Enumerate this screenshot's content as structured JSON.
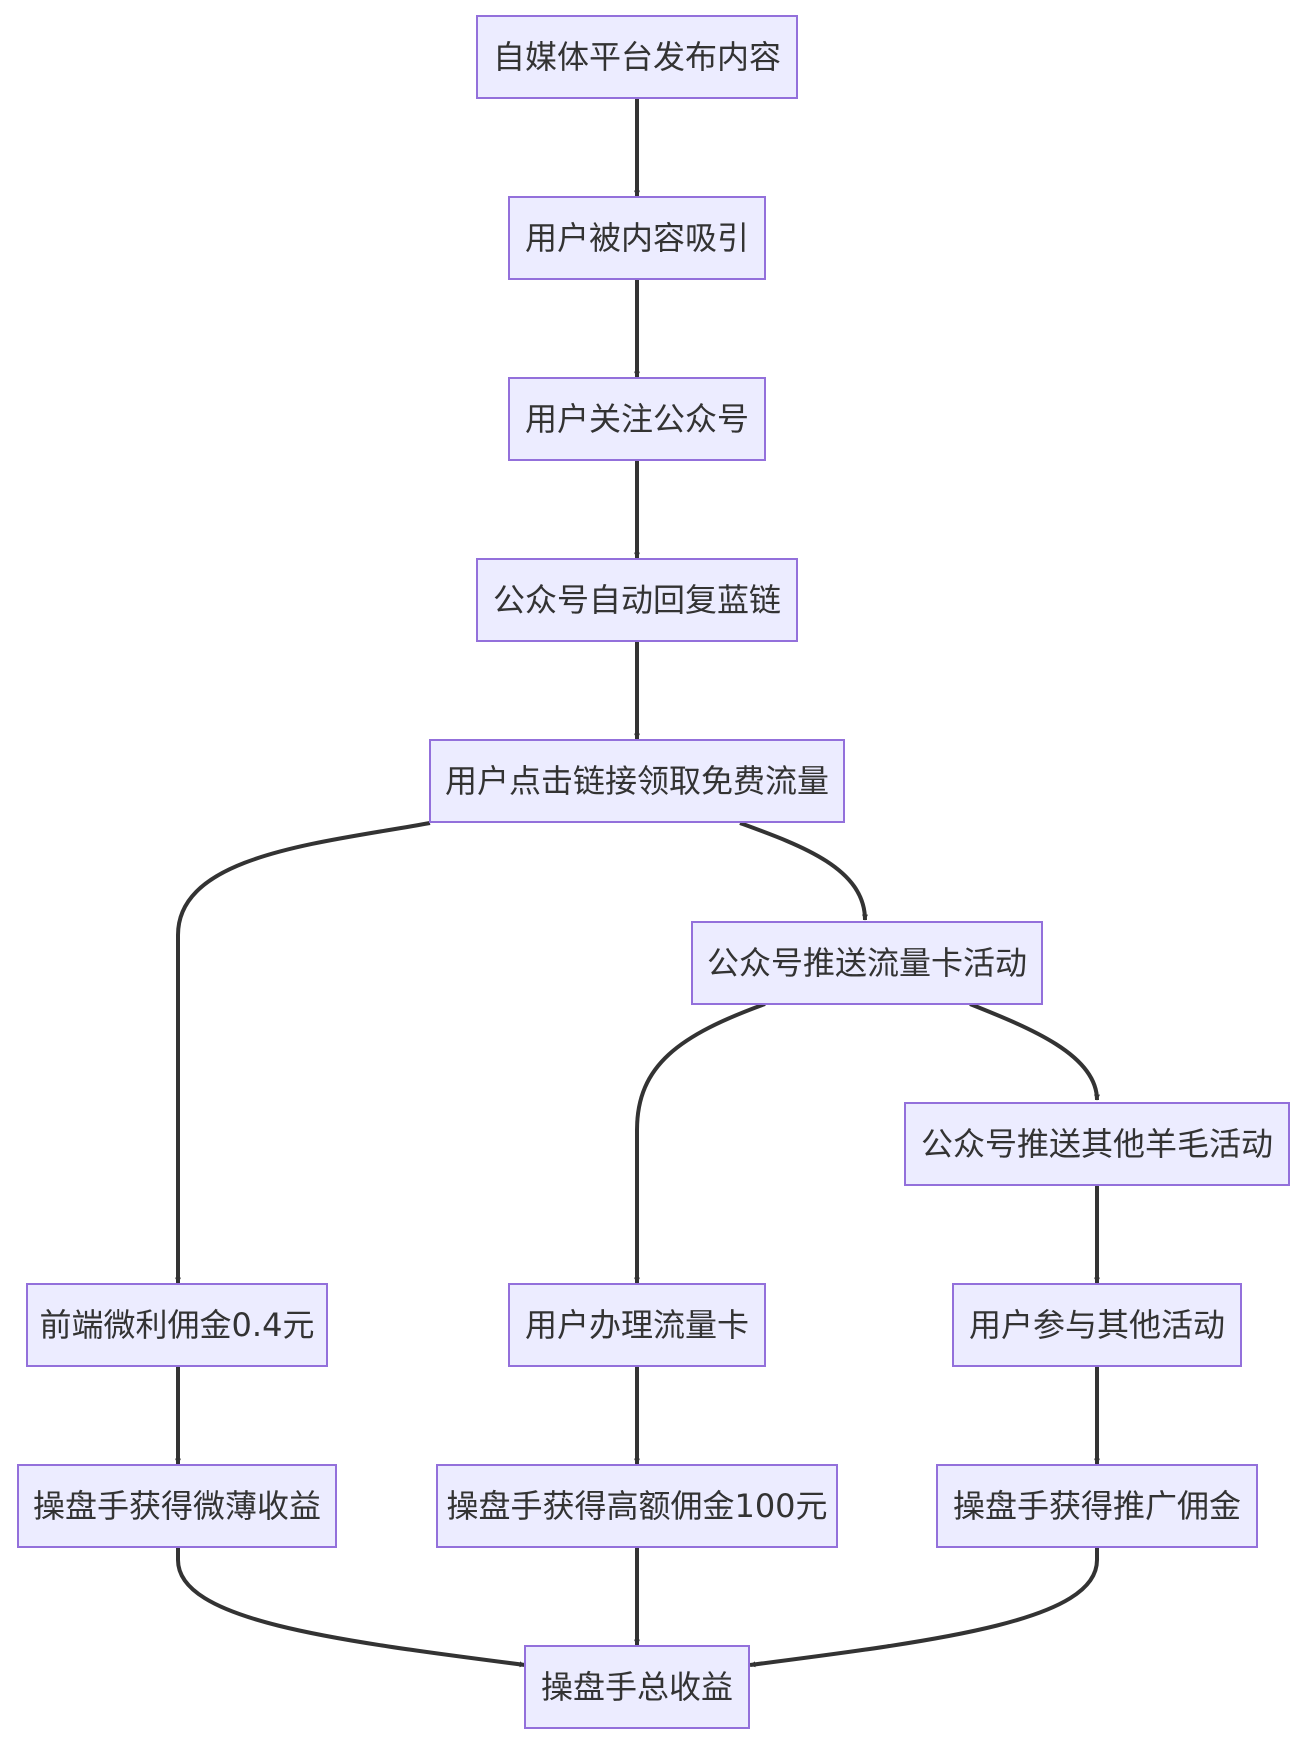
{
  "colors": {
    "node_fill": "#ECECFF",
    "node_stroke": "#9370DB",
    "edge": "#333333",
    "text": "#333333",
    "background": "#ffffff"
  },
  "nodes": [
    {
      "id": "n1",
      "label": "自媒体平台发布内容"
    },
    {
      "id": "n2",
      "label": "用户被内容吸引"
    },
    {
      "id": "n3",
      "label": "用户关注公众号"
    },
    {
      "id": "n4",
      "label": "公众号自动回复蓝链"
    },
    {
      "id": "n5",
      "label": "用户点击链接领取免费流量"
    },
    {
      "id": "n6",
      "label": "公众号推送流量卡活动"
    },
    {
      "id": "n7",
      "label": "公众号推送其他羊毛活动"
    },
    {
      "id": "n8",
      "label": "前端微利佣金0.4元"
    },
    {
      "id": "n9",
      "label": "用户办理流量卡"
    },
    {
      "id": "n10",
      "label": "用户参与其他活动"
    },
    {
      "id": "n11",
      "label": "操盘手获得微薄收益"
    },
    {
      "id": "n12",
      "label": "操盘手获得高额佣金100元"
    },
    {
      "id": "n13",
      "label": "操盘手获得推广佣金"
    },
    {
      "id": "n14",
      "label": "操盘手总收益"
    }
  ],
  "edges": [
    [
      "n1",
      "n2"
    ],
    [
      "n2",
      "n3"
    ],
    [
      "n3",
      "n4"
    ],
    [
      "n4",
      "n5"
    ],
    [
      "n5",
      "n8"
    ],
    [
      "n5",
      "n6"
    ],
    [
      "n6",
      "n9"
    ],
    [
      "n6",
      "n7"
    ],
    [
      "n7",
      "n10"
    ],
    [
      "n8",
      "n11"
    ],
    [
      "n9",
      "n12"
    ],
    [
      "n10",
      "n13"
    ],
    [
      "n11",
      "n14"
    ],
    [
      "n12",
      "n14"
    ],
    [
      "n13",
      "n14"
    ]
  ]
}
